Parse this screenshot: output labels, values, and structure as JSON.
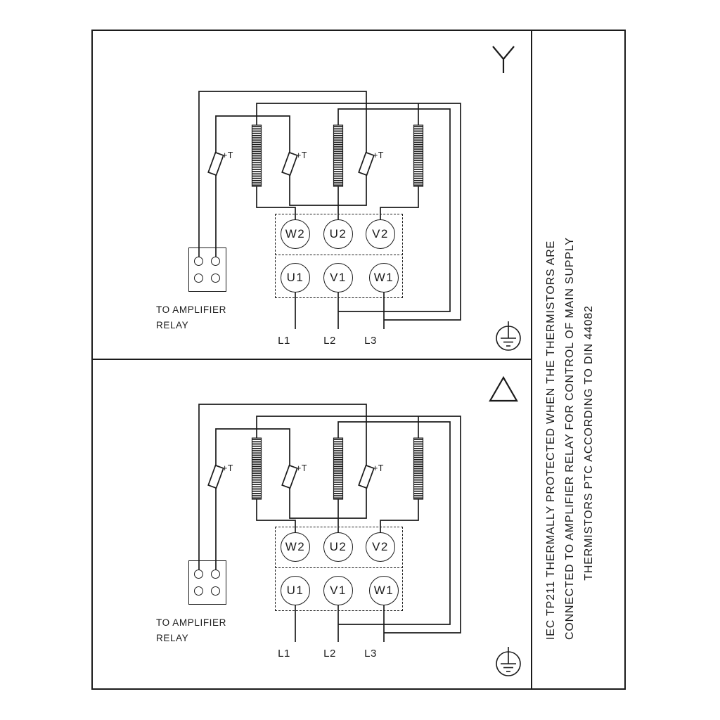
{
  "colors": {
    "ink": "#1b1b1b",
    "background": "#ffffff"
  },
  "side_note": {
    "line1": "IEC TP211 THERMALLY PROTECTED WHEN THE THERMISTORS ARE",
    "line2": "CONNECTED TO AMPLIFIER RELAY FOR CONTROL OF MAIN SUPPLY",
    "line3": "THERMISTORS PTC ACCORDING TO DIN 44082"
  },
  "panels": [
    {
      "connection": "star",
      "symbol_icon": "wye-symbol",
      "terminals": {
        "w2": "W2",
        "u2": "U2",
        "v2": "V2",
        "u1": "U1",
        "v1": "V1",
        "w1": "W1"
      },
      "thermistor_label": "+T",
      "relay_note_line1": "TO AMPLIFIER",
      "relay_note_line2": "RELAY",
      "mains": {
        "l1": "L1",
        "l2": "L2",
        "l3": "L3"
      },
      "earth_icon": "protective-earth-symbol"
    },
    {
      "connection": "delta",
      "symbol_icon": "delta-symbol",
      "terminals": {
        "w2": "W2",
        "u2": "U2",
        "v2": "V2",
        "u1": "U1",
        "v1": "V1",
        "w1": "W1"
      },
      "thermistor_label": "+T",
      "relay_note_line1": "TO AMPLIFIER",
      "relay_note_line2": "RELAY",
      "mains": {
        "l1": "L1",
        "l2": "L2",
        "l3": "L3"
      },
      "earth_icon": "protective-earth-symbol"
    }
  ]
}
